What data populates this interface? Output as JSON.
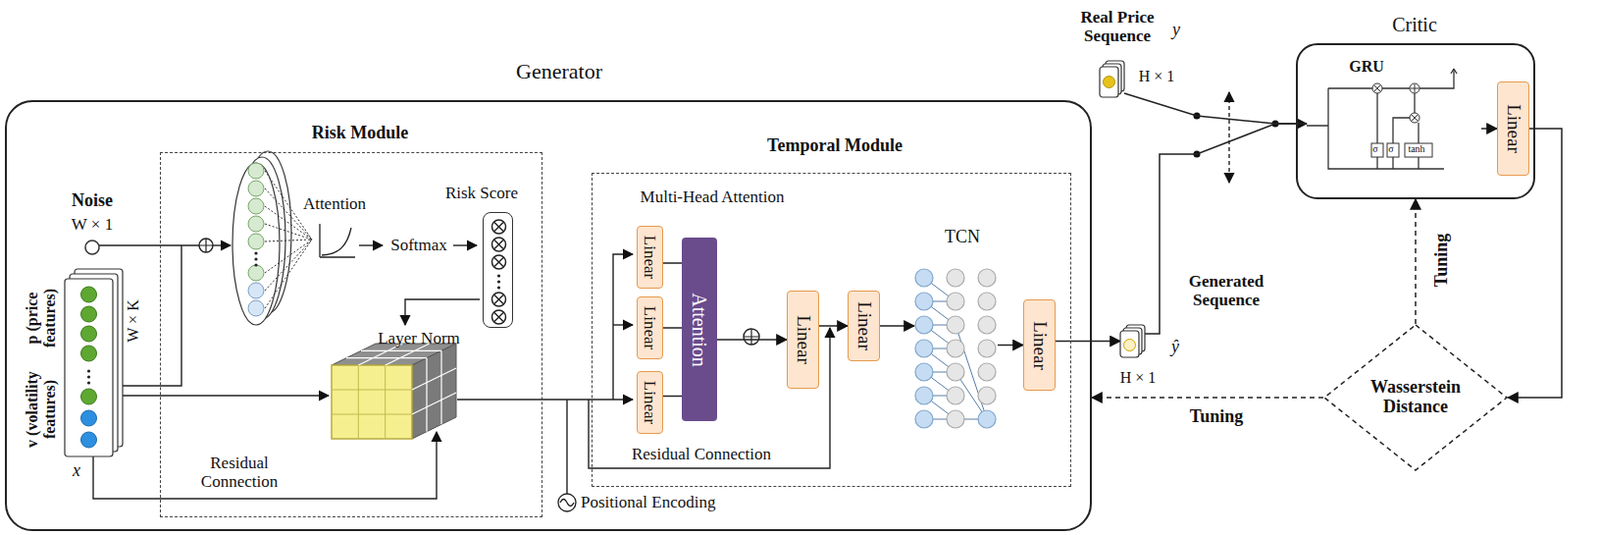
{
  "diagram": {
    "nodes": [
      {
        "text": [
          "Generator"
        ]
      },
      {
        "text": [
          "Risk Module"
        ],
        "in": 0
      },
      {
        "text": [
          "Temporal Module",
          "Multi-Head Attention"
        ],
        "in": 0
      },
      {
        "text": [
          "Noise",
          "W × 1"
        ],
        "in": 0
      },
      {
        "text": [
          "p (price features)",
          "v (volatility features)",
          "W × K",
          "x"
        ],
        "in": 0
      },
      {
        "text": [
          "Risk Score"
        ],
        "in": 1
      },
      {
        "text": [
          "Linear"
        ],
        "in": 2
      },
      {
        "text": [
          "Linear"
        ],
        "in": 2
      },
      {
        "text": [
          "Linear"
        ],
        "in": 2
      },
      {
        "text": [
          "Attention"
        ],
        "in": 2
      },
      {
        "text": [
          "Linear"
        ],
        "in": 2
      },
      {
        "text": [
          "Linear"
        ],
        "in": 2
      },
      {
        "text": [
          "TCN"
        ],
        "in": 2
      },
      {
        "text": [
          "Linear"
        ],
        "in": 2
      },
      {
        "text": [
          "Generated Sequence",
          "ŷ",
          "H × 1"
        ]
      },
      {
        "text": [
          "Real Price Sequence",
          "y",
          "H × 1"
        ]
      },
      {
        "text": [
          "Critic"
        ]
      },
      {
        "text": [
          "GRU"
        ],
        "in": 16
      },
      {
        "text": [
          "Linear"
        ],
        "in": 16
      },
      {
        "text": [
          "Wasserstein Distance"
        ]
      }
    ],
    "edges": [
      {
        "from": 6,
        "to": 9,
        "arrow": "none"
      },
      {
        "from": 7,
        "to": 9,
        "arrow": "none"
      },
      {
        "from": 8,
        "to": 9,
        "arrow": "none"
      },
      {
        "from": 9,
        "to": 10,
        "arrow": "to"
      },
      {
        "from": 10,
        "to": 11,
        "arrow": "to"
      },
      {
        "from": 11,
        "to": 12,
        "arrow": "to"
      },
      {
        "from": 12,
        "to": 13,
        "arrow": "to"
      },
      {
        "from": 13,
        "to": 14,
        "arrow": "to"
      },
      {
        "from": 15,
        "to": 17,
        "arrow": "to"
      },
      {
        "from": 14,
        "to": 17,
        "arrow": "none"
      },
      {
        "from": 17,
        "to": 18,
        "arrow": "to"
      },
      {
        "from": 18,
        "to": 19,
        "arrow": "to"
      },
      {
        "from": 19,
        "to": 16,
        "label": "Tuning",
        "arrow": "to"
      },
      {
        "from": 19,
        "to": 0,
        "label": "Tuning",
        "arrow": "to"
      }
    ],
    "labels": [
      "Attention",
      "Softmax",
      "Layer Norm",
      "Residual Connection",
      "Residual Connection",
      "Positional Encoding",
      "σ",
      "σ",
      "tanh"
    ]
  }
}
